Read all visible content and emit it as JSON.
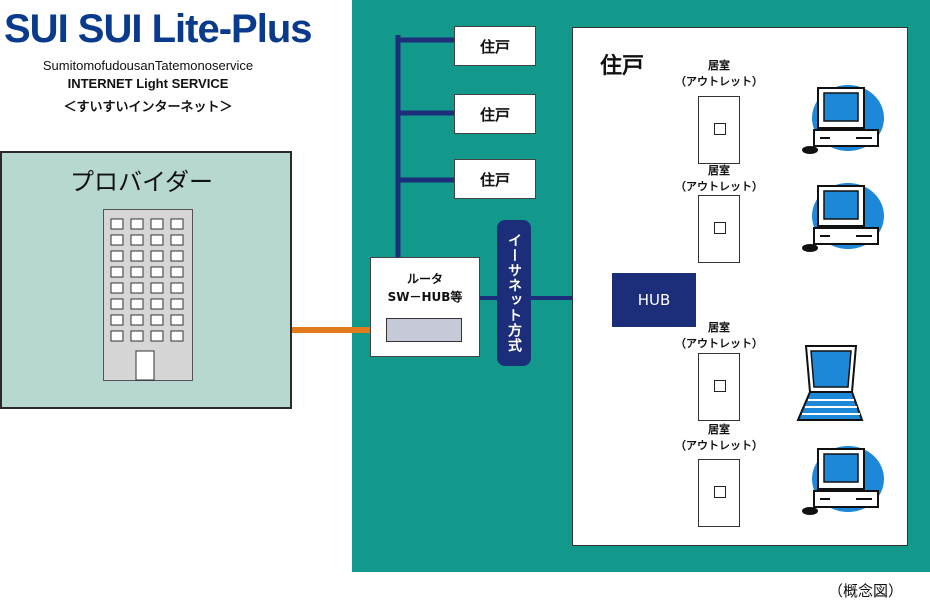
{
  "brand": {
    "logo_text": "SUI SUI Lite-Plus",
    "company": "SumitomofudousanTatemonoservice",
    "service": "INTERNET Light SERVICE",
    "nickname": "＜すいすいインターネット＞"
  },
  "provider": {
    "label": "プロバイダー"
  },
  "houses": {
    "labels": [
      "住戸",
      "住戸",
      "住戸"
    ]
  },
  "router": {
    "line1": "ルータ",
    "line2": "SW－HUB等"
  },
  "ethernet": {
    "label": "イーサネット方式"
  },
  "home": {
    "title": "住戸",
    "hub_label": "HUB",
    "rooms": [
      {
        "name": "居室",
        "sub": "（アウトレット）",
        "device": "desktop"
      },
      {
        "name": "居室",
        "sub": "（アウトレット）",
        "device": "desktop"
      },
      {
        "name": "居室",
        "sub": "（アウトレット）",
        "device": "laptop"
      },
      {
        "name": "居室",
        "sub": "（アウトレット）",
        "device": "desktop"
      }
    ]
  },
  "caption": "（概念図）",
  "colors": {
    "teal": "#13988c",
    "navy": "#1c2d7a",
    "cable": "#e07a1c",
    "provider_bg": "#b6d8d0",
    "device_blue": "#1e88d8"
  }
}
